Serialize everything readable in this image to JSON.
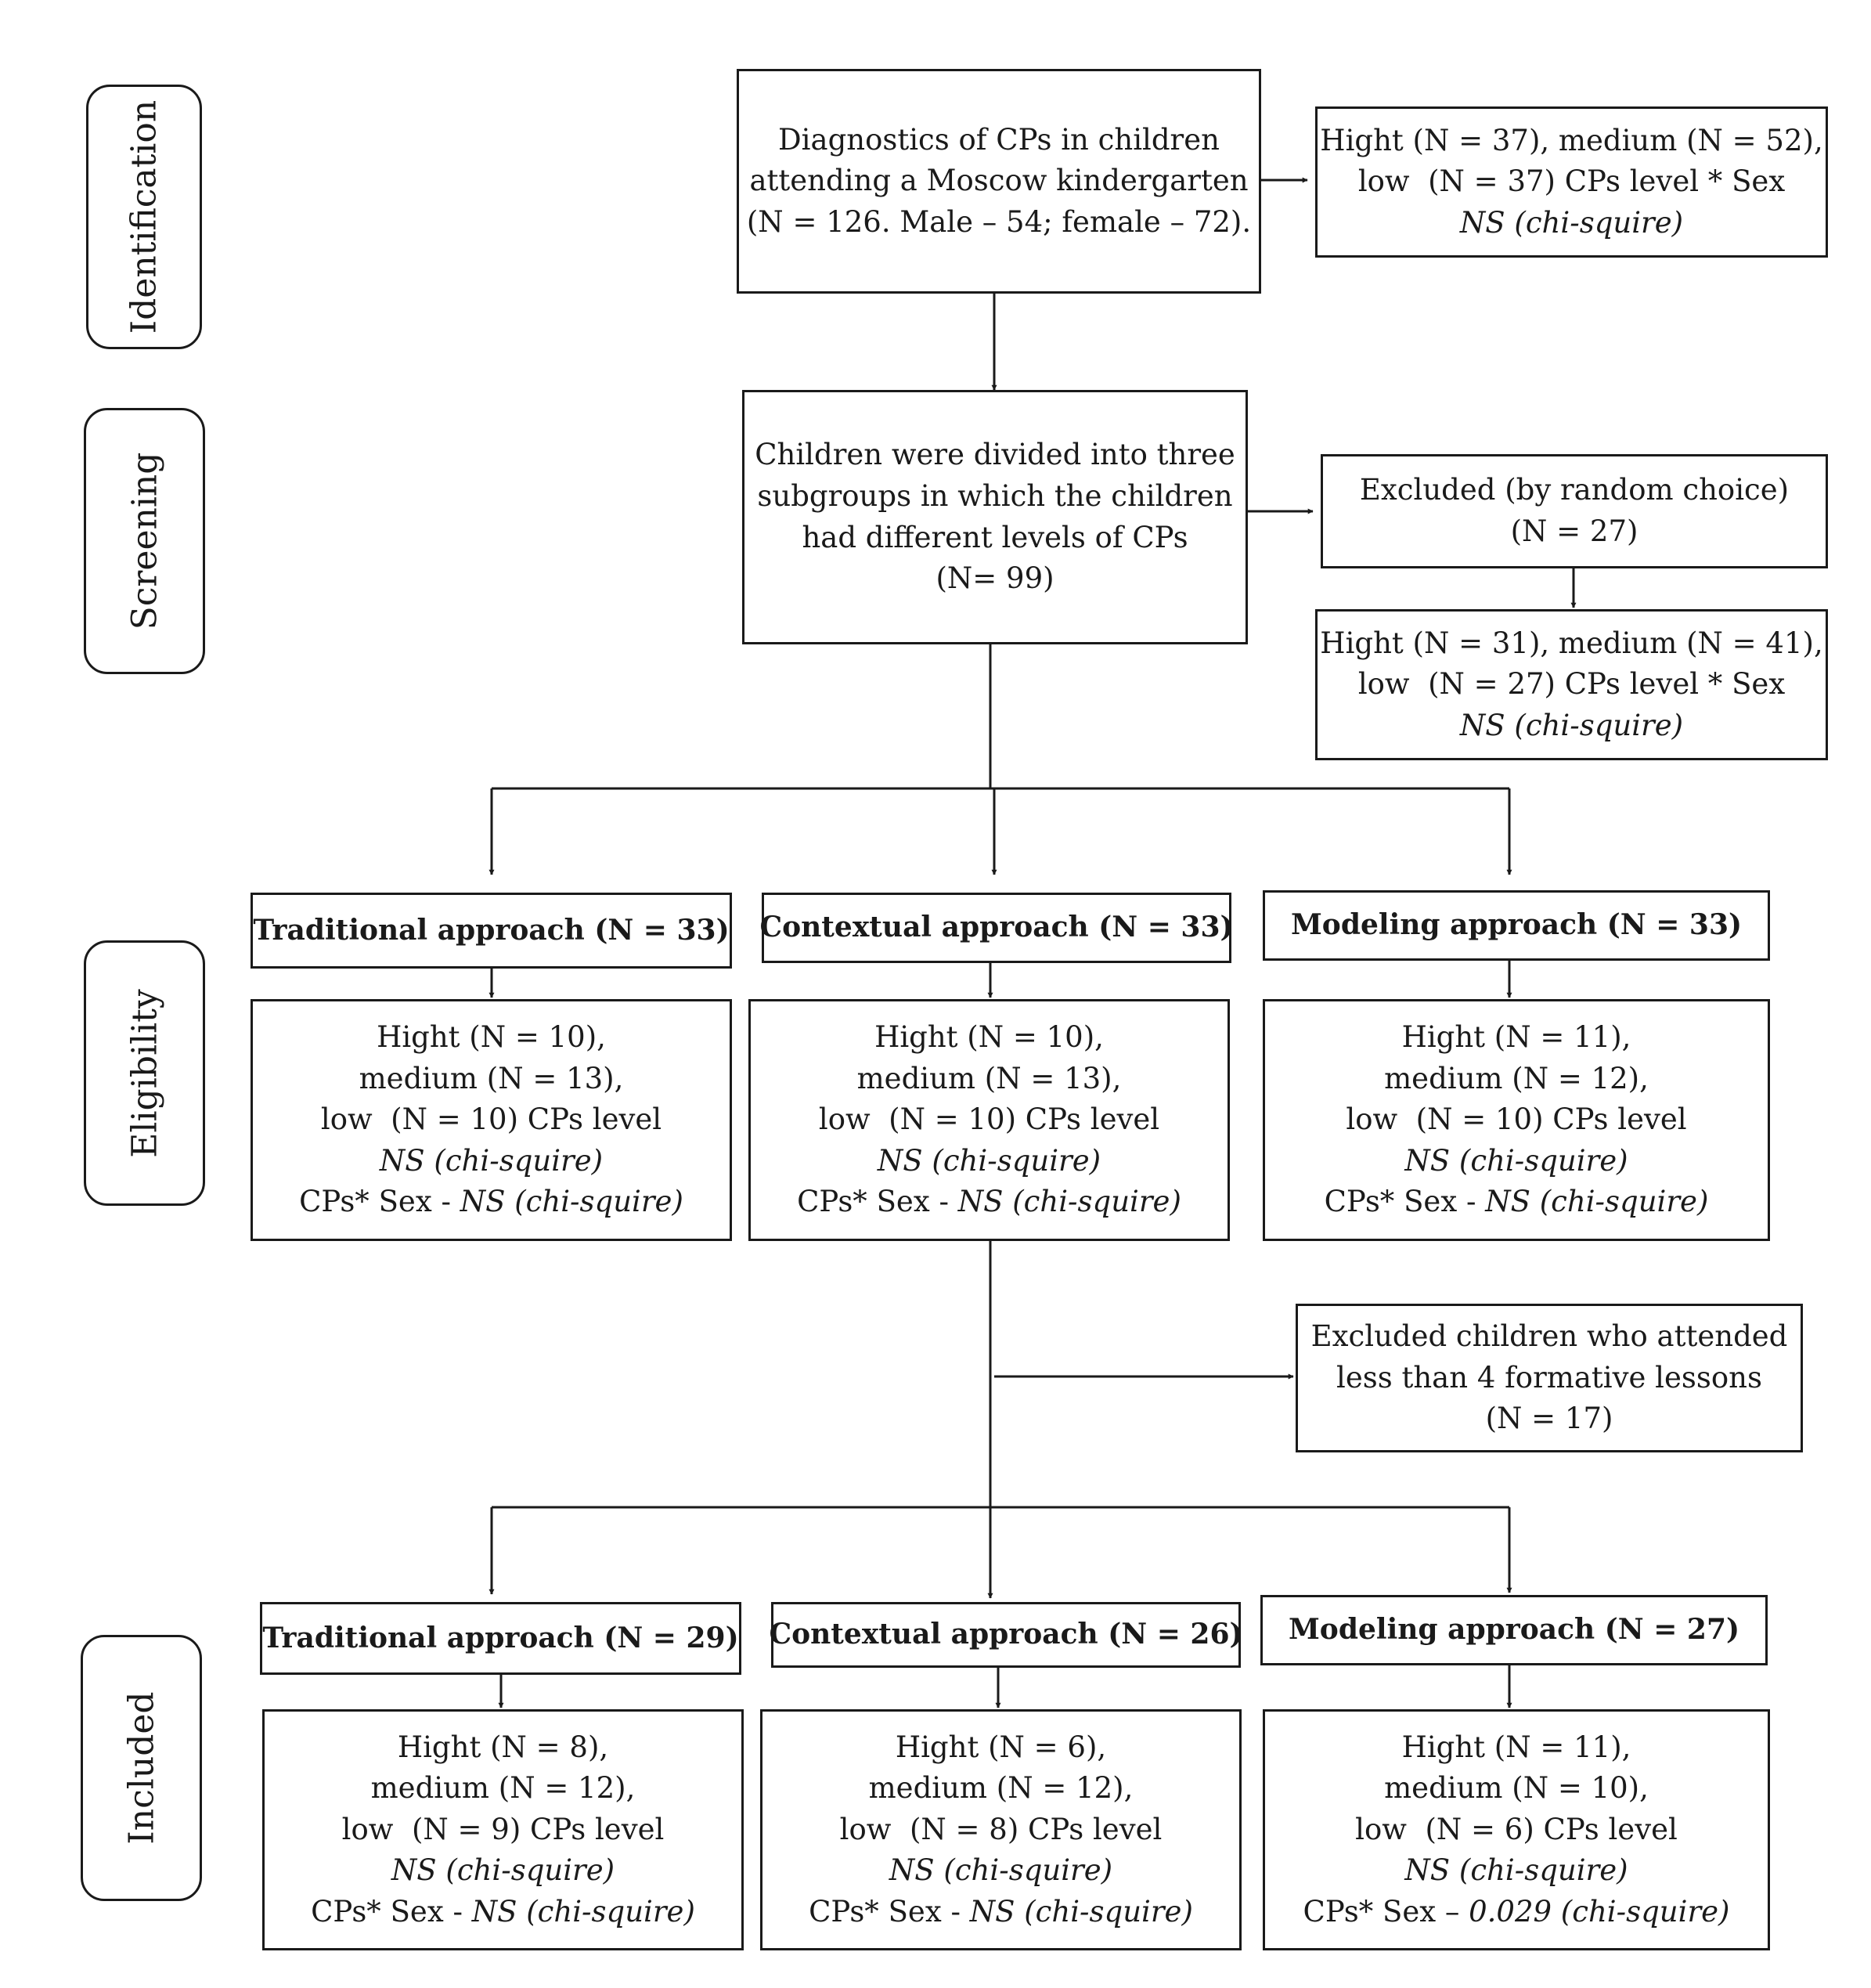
{
  "stages": {
    "identification": "Identification",
    "screening": "Screening",
    "eligibility": "Eligibility",
    "included": "Included"
  },
  "identification": {
    "main": [
      "Diagnostics of CPs in children",
      "attending a Moscow kindergarten",
      "(N = 126. Male – 54; female – 72)."
    ],
    "side": [
      "Hight (N = 37), medium (N = 52),",
      "low  (N = 37) CPs level * Sex",
      "NS (chi-squire)"
    ]
  },
  "screening": {
    "main": [
      "Children were divided into three",
      "subgroups in which the children",
      "had different levels of CPs",
      "(N= 99)"
    ],
    "excluded": [
      "Excluded (by random choice)",
      "(N = 27)"
    ],
    "levels": [
      "Hight (N = 31), medium (N = 41),",
      "low  (N = 27) CPs level * Sex",
      "NS (chi-squire)"
    ]
  },
  "eligibility": {
    "groups": [
      {
        "title": "Traditional approach (N = 33)",
        "lines": [
          "Hight (N = 10),",
          "medium (N = 13),",
          "low  (N = 10) CPs level",
          "NS (chi-squire)"
        ],
        "sex_label": "CPs* Sex - ",
        "sex_value": "NS (chi-squire)"
      },
      {
        "title": "Contextual approach (N = 33)",
        "lines": [
          "Hight (N = 10),",
          "medium (N = 13),",
          "low  (N = 10) CPs level",
          "NS (chi-squire)"
        ],
        "sex_label": "CPs* Sex - ",
        "sex_value": "NS (chi-squire)"
      },
      {
        "title": "Modeling approach (N = 33)",
        "lines": [
          "Hight (N = 11),",
          "medium (N = 12),",
          "low  (N = 10) CPs level",
          "NS (chi-squire)"
        ],
        "sex_label": "CPs* Sex - ",
        "sex_value": "NS (chi-squire)"
      }
    ],
    "excluded": [
      "Excluded children who attended",
      "less than 4 formative lessons",
      "(N = 17)"
    ]
  },
  "included": {
    "groups": [
      {
        "title": "Traditional approach (N = 29)",
        "lines": [
          "Hight (N = 8),",
          "medium (N = 12),",
          "low  (N = 9) CPs level",
          "NS (chi-squire)"
        ],
        "sex_label": "CPs* Sex - ",
        "sex_value": "NS (chi-squire)"
      },
      {
        "title": "Contextual approach (N = 26)",
        "lines": [
          "Hight (N = 6),",
          "medium (N = 12),",
          "low  (N = 8) CPs level",
          "NS (chi-squire)"
        ],
        "sex_label": "CPs* Sex - ",
        "sex_value": "NS (chi-squire)"
      },
      {
        "title": "Modeling approach (N = 27)",
        "lines": [
          "Hight (N = 11),",
          "medium (N = 10),",
          "low  (N = 6) CPs level",
          "NS (chi-squire)"
        ],
        "sex_label": "CPs* Sex – ",
        "sex_value": "0.029 (chi-squire)"
      }
    ]
  }
}
